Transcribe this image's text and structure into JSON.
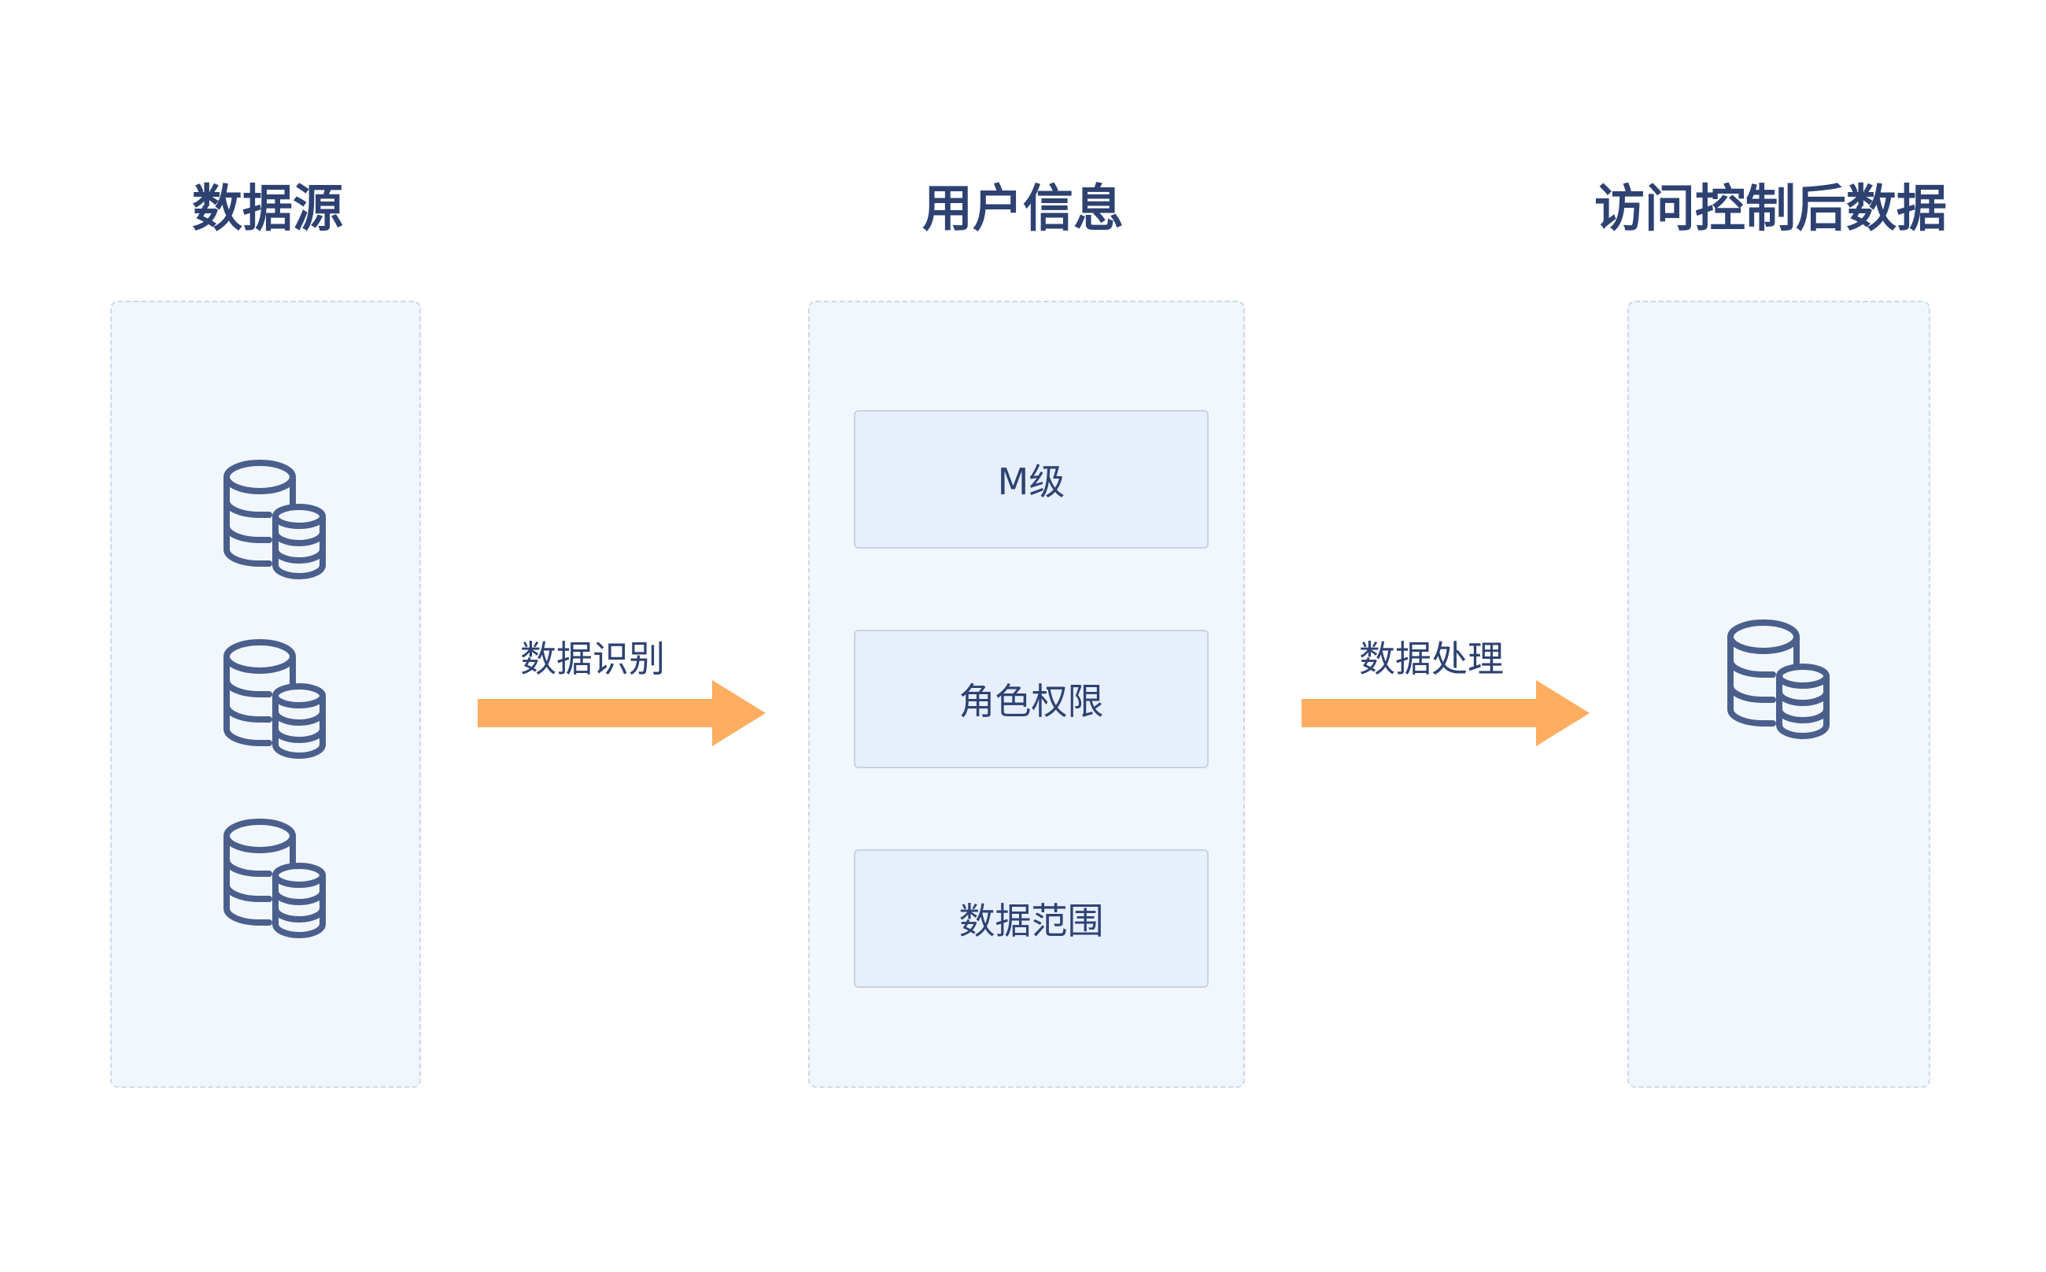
{
  "columns": {
    "source_title": "数据源",
    "user_info_title": "用户信息",
    "result_title": "访问控制后数据"
  },
  "user_info_items": [
    "M级",
    "角色权限",
    "数据范围"
  ],
  "arrows": {
    "identify_label": "数据识别",
    "process_label": "数据处理"
  },
  "colors": {
    "title_text": "#2e4272",
    "panel_bg": "#f2f7fe",
    "panel_border": "#cfd8e8",
    "box_bg": "#e7effd",
    "icon_stroke": "#4a5f8c",
    "arrow": "#ffad60"
  },
  "icons": {
    "source": [
      "database-icon",
      "database-icon",
      "database-icon"
    ],
    "result": "database-icon"
  }
}
